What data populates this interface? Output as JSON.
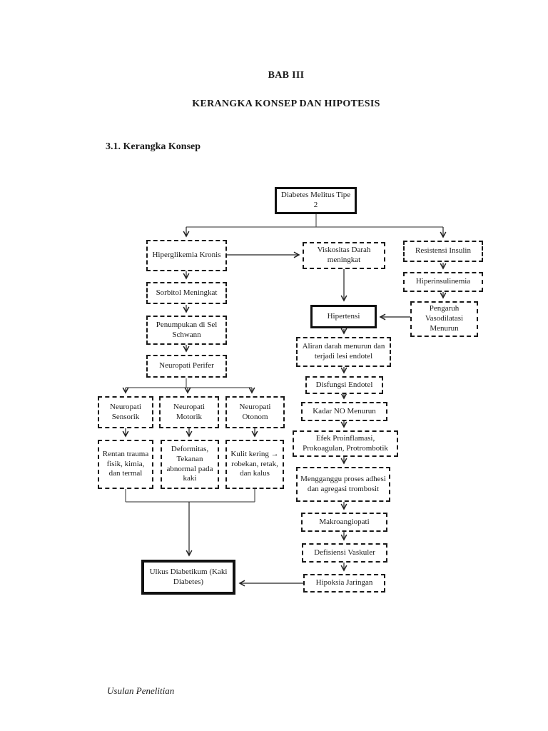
{
  "page": {
    "chapter_title": "BAB III",
    "chapter_subtitle": "KERANGKA KONSEP DAN HIPOTESIS",
    "section_heading": "3.1. Kerangka Konsep",
    "footer": "Usulan Penelitian"
  },
  "diagram": {
    "title": "Kerangka Konsep Ulkus Diabetikum",
    "line_color": "#333333",
    "nodes": {
      "dm": {
        "label": "Diabetes Melitus Tipe 2",
        "emphasis": "solid"
      },
      "hiperglikemia": {
        "label": "Hiperglikemia Kronis",
        "emphasis": "dashed"
      },
      "viskositas": {
        "label": "Viskositas Darah meningkat",
        "emphasis": "dashed"
      },
      "resistensi": {
        "label": "Resistensi Insulin",
        "emphasis": "dashed"
      },
      "hiperinsulinemia": {
        "label": "Hiperinsulinemia",
        "emphasis": "dashed"
      },
      "pengaruh": {
        "label": "Pengaruh Vasodilatasi Menurun",
        "emphasis": "dashed"
      },
      "hipertensi": {
        "label": "Hipertensi",
        "emphasis": "solid"
      },
      "aliran": {
        "label": "Aliran darah menurun dan terjadi lesi endotel",
        "emphasis": "dashed"
      },
      "disfungsi": {
        "label": "Disfungsi Endotel",
        "emphasis": "dashed"
      },
      "kadar_no": {
        "label": "Kadar NO Menurun",
        "emphasis": "dashed"
      },
      "efek": {
        "label": "Efek Proinflamasi, Prokoagulan, Protrombotik",
        "emphasis": "dashed"
      },
      "mengganggu": {
        "label": "Mengganggu proses adhesi dan agregasi trombosit",
        "emphasis": "dashed"
      },
      "makroangiopati": {
        "label": "Makroangiopati",
        "emphasis": "dashed"
      },
      "defisiensi": {
        "label": "Defisiensi Vaskuler",
        "emphasis": "dashed"
      },
      "hipoksia": {
        "label": "Hipoksia Jaringan",
        "emphasis": "dashed"
      },
      "sorbitol": {
        "label": "Sorbitol Meningkat",
        "emphasis": "dashed"
      },
      "penumpukan": {
        "label": "Penumpukan di Sel Schwann",
        "emphasis": "dashed"
      },
      "neuropati_perifer": {
        "label": "Neuropati Perifer",
        "emphasis": "dashed"
      },
      "neuropati_sensorik": {
        "label": "Neuropati Sensorik",
        "emphasis": "dashed"
      },
      "neuropati_motorik": {
        "label": "Neuropati Motorik",
        "emphasis": "dashed"
      },
      "neuropati_otonom": {
        "label": "Neuropati Otonom",
        "emphasis": "dashed"
      },
      "rentan": {
        "label": "Rentan trauma fisik, kimia, dan termal",
        "emphasis": "dashed"
      },
      "deformitas": {
        "label": "Deformitas, Tekanan abnormal pada kaki",
        "emphasis": "dashed"
      },
      "kulit": {
        "label": "Kulit kering → robekan, retak, dan kalus",
        "emphasis": "dashed"
      },
      "ulkus": {
        "label": "Ulkus Diabetikum (Kaki Diabetes)",
        "emphasis": "solid"
      }
    }
  }
}
